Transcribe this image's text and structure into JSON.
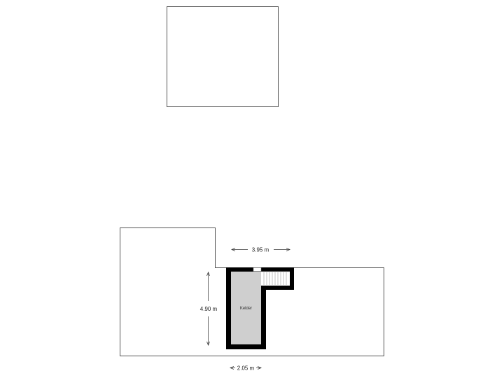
{
  "colors": {
    "outline": "#555555",
    "wall": "#000000",
    "room_fill": "#cfcfcf",
    "stair_line": "#999999",
    "dimension": "#333333"
  },
  "rooms": [
    {
      "label": "Kelder"
    }
  ],
  "dimensions": {
    "top_width": "3.95 m",
    "height": "4.90 m",
    "bottom_width": "2.05 m"
  }
}
